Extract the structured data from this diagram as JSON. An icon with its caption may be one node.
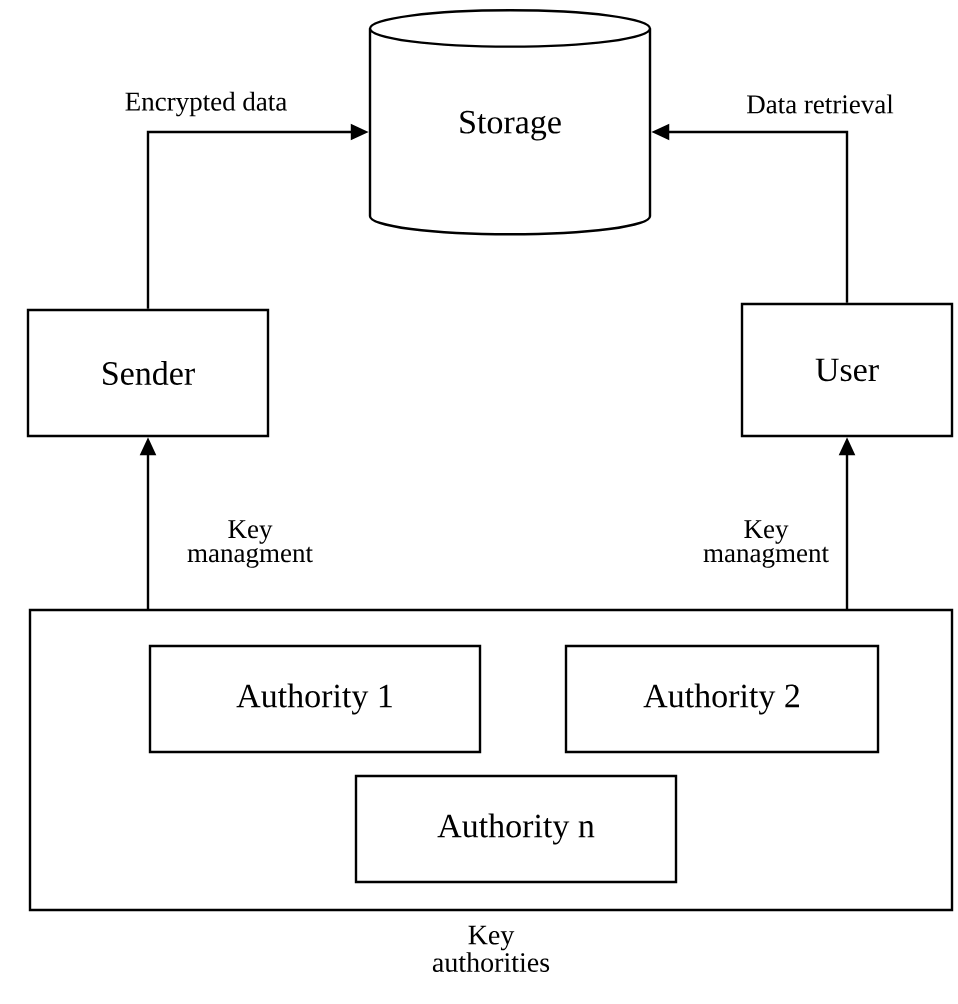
{
  "diagram": {
    "nodes": [
      {
        "text": [
          "Storage"
        ]
      },
      {
        "text": [
          "Sender"
        ]
      },
      {
        "text": [
          "User"
        ]
      },
      {
        "text": [],
        "shape": "box",
        "beside": [
          "Key authorities"
        ]
      },
      {
        "text": [
          "Authority 1"
        ],
        "in": 3
      },
      {
        "text": [
          "Authority 2"
        ],
        "in": 3
      },
      {
        "text": [
          "Authority n"
        ],
        "in": 3
      }
    ],
    "edges": [
      {
        "from": 1,
        "to": 0,
        "arrow": "to",
        "label": "Encrypted data"
      },
      {
        "from": 2,
        "to": 0,
        "arrow": "to",
        "label": "Data retrieval"
      },
      {
        "from": 3,
        "to": 1,
        "arrow": "to",
        "label": "Key managment"
      },
      {
        "from": 3,
        "to": 2,
        "arrow": "to",
        "label": "Key managment"
      }
    ]
  }
}
